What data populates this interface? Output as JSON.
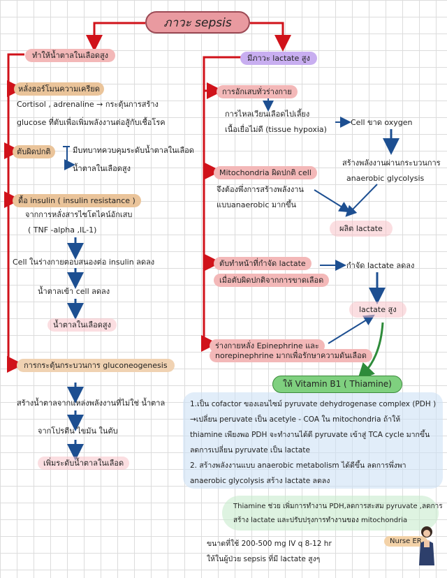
{
  "title": "ภาวะ sepsis",
  "left": {
    "header": "ทำให้น้ำตาลในเลือดสูง",
    "section1": {
      "label": "หลั่งฮอร์โมนความเครียด",
      "line1": "Cortisol , adrenaline  →  กระตุ้นการสร้าง",
      "line2": "glucose ที่ตับเพื่อเพิ่มพลังงานต่อสู้กับเชื้อโรค"
    },
    "section2": {
      "label": "ตับผิดปกติ",
      "line1": "มีบทบาทควบคุมระดับน้ำตาลในเลือด",
      "line2": "น้ำตาลในเลือดสูง"
    },
    "section3": {
      "label": "ดื้อ insulin  ( insulin resistance )",
      "line1": "จากการหลั่งสารไซโตไคน์อักเสบ",
      "line2": "( TNF -alpha ,IL-1)",
      "step1": "Cell ในร่างกายตอบสนองต่อ insulin ลดลง",
      "step2": "น้ำตาลเข้า cell ลดลง",
      "step3": "น้ำตาลในเลือดสูง"
    },
    "section4": {
      "label": "การกระตุ้นกระบวนการ  gluconeogenesis",
      "step1": "สร้างน้ำตาลจากแหล่งพลังงานที่ไม่ใช่  น้ำตาล",
      "step2": "จากโปรตีน  ไขมัน  ในตับ",
      "step3": "เพิ่มระดับน้ำตาลในเลือด"
    }
  },
  "right": {
    "header": "มีภาวะ lactate สูง",
    "inflammation": {
      "label": "การอักเสบทั่วร่างกาย",
      "line1": "การไหลเวียนเลือดไปเลี้ยง",
      "line2": "เนื้อเยื่อไม่ดี (tissue hypoxia)",
      "cell": "Cell ขาด   oxygen",
      "anaerobic1": "สร้างพลังงานผ่านกระบวนการ",
      "anaerobic2": "anaerobic glycolysis"
    },
    "mito": {
      "label": "Mitochondria ผิดปกติ cell",
      "line1": "จึงต้องพึ่งการสร้างพลังงาน",
      "line2": "แบบanaerobic มากขึ้น"
    },
    "produce": "ผลิต lactate",
    "liver": {
      "label": "ตับทำหน้าที่กำจัด lactate",
      "line2": "เมื่อตับผิดปกติจากการขาดเลือด",
      "clear": "กำจัด lactate ลดลง"
    },
    "high": "lactate  สูง",
    "epi": {
      "line1": "ร่างกายหลั่ง  Epinephrine  และ",
      "line2": "norepinephrine มากเพื่อรักษาความดันเลือด"
    }
  },
  "treatment": {
    "label": "ให้  Vitamin B1 ( Thiamine)",
    "p1": "1.เป็น cofactor ของเอนไซม์ pyruvate dehydrogenase complex (PDH )",
    "p2": "→เปลี่ยน peruvate เป็น acetyle - COA ใน mitochondria ถ้าให้",
    "p3": "thiamine เพียงพอ PDH จะทำงานได้ดี pyruvate เข้าสู่ TCA cycle มากขึ้น",
    "p4": "ลดการเปลี่ยน pyruvate เป็น lactate",
    "p5": "2. สร้างพลังงานแบบ anaerobic metabolism ได้ดีขึ้น ลดการพึ่งพา",
    "p6": "anaerobic glycolysis สร้าง lactate ลดลง",
    "summary1": "Thiamine ช่วย เพิ่มการทำงาน PDH,ลดการสะสม pyruvate ,ลดการ",
    "summary2": "สร้าง lactate และปรับปรุงการทำงานของ mitochondria",
    "dose1": "ขนาดที่ใช้  200-500  mg  IV  q  8-12  hr",
    "dose2": "ให้ในผู้ป่วย  sepsis  ที่มี  lactate  สูงๆ"
  },
  "footer": "Nurse ER",
  "colors": {
    "red": "#d0121a",
    "blue": "#1d4f91",
    "green": "#2e8b3a"
  }
}
